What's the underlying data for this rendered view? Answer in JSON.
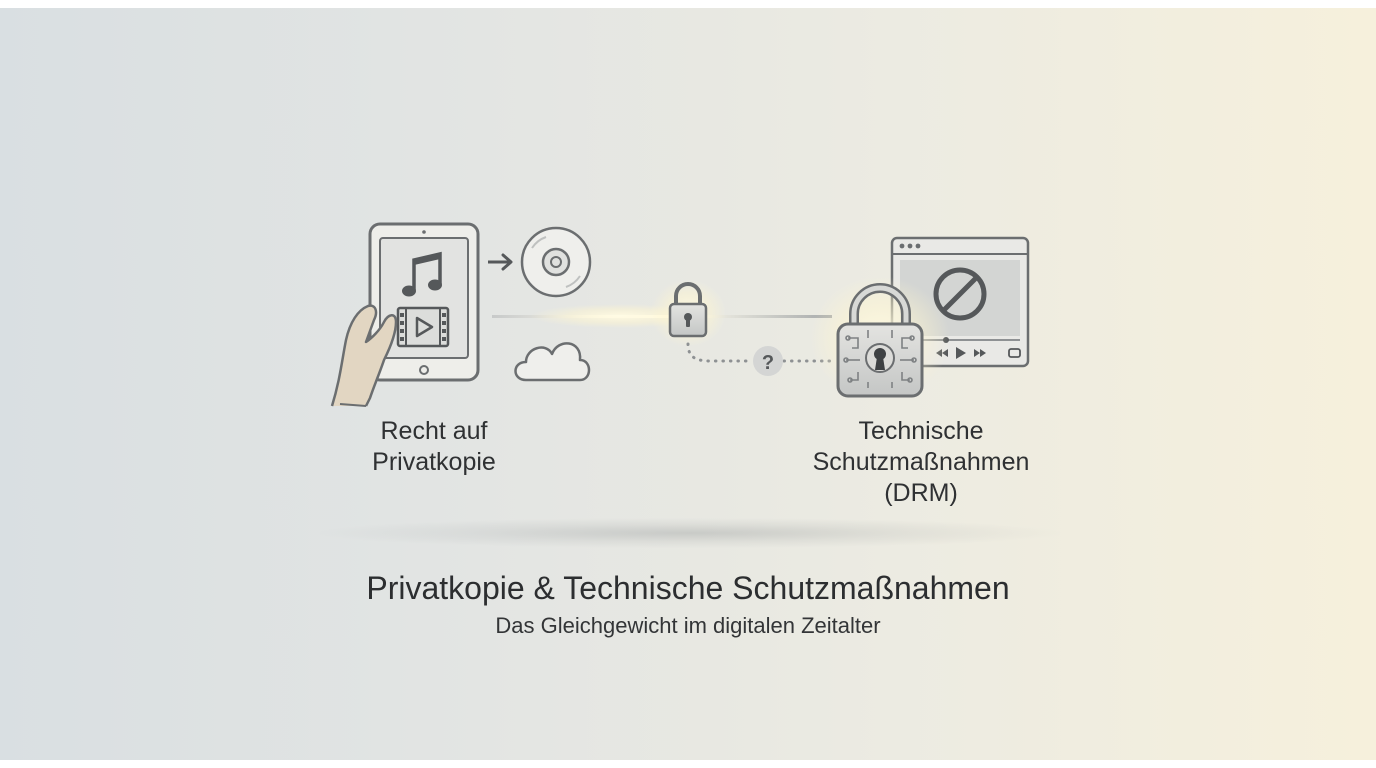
{
  "diagram": {
    "left_label_line1": "Recht auf",
    "left_label_line2": "Privatkopie",
    "right_label_line1": "Technische",
    "right_label_line2": "Schutzmaßnahmen",
    "right_label_line3": "(DRM)",
    "connector_symbol": "?"
  },
  "footer": {
    "title": "Privatkopie & Technische Schutzmaßnahmen",
    "subtitle": "Das Gleichgewicht im digitalen Zeitalter"
  },
  "icons": {
    "tablet": "tablet-icon",
    "hand": "hand-icon",
    "music_note": "music-note-icon",
    "video": "video-film-icon",
    "arrow": "arrow-right-icon",
    "cd": "cd-disc-icon",
    "cloud": "cloud-icon",
    "small_lock": "padlock-icon",
    "question": "question-mark-icon",
    "circuit_lock": "circuit-padlock-icon",
    "player_window": "media-player-window-icon",
    "prohibited": "prohibited-icon"
  },
  "colors": {
    "stroke": "#6b6e70",
    "glow": "#fff8d6"
  }
}
